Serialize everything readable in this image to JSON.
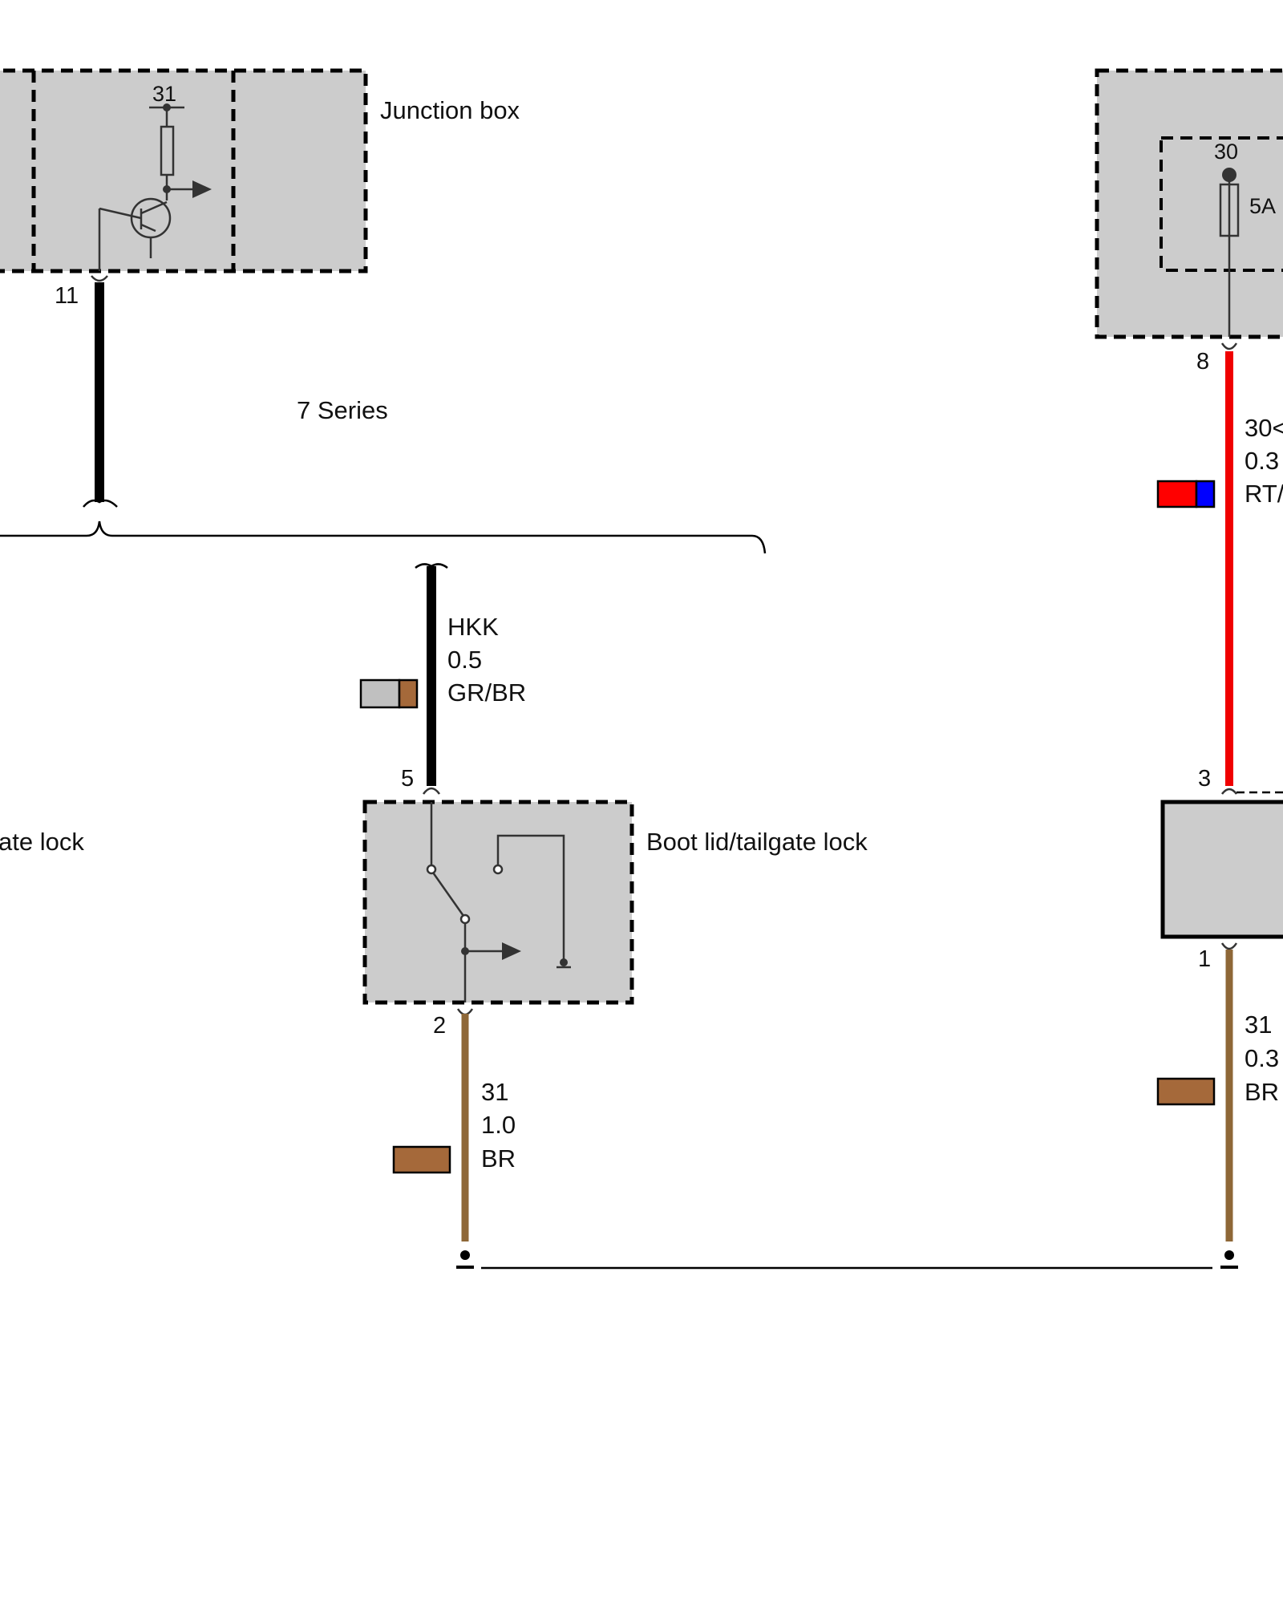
{
  "colors": {
    "wire_black": "#000000",
    "wire_red": "#f00000",
    "wire_brown": "#8e6737",
    "swatch_grey": "#c0c0c0",
    "swatch_brown": "#a5693a",
    "swatch_red": "#ff0000",
    "swatch_blue": "#0000ff",
    "box_fill": "#cccccc"
  },
  "components": {
    "junction_box": {
      "label": "Junction box",
      "terminal": "31"
    },
    "fuse_box": {
      "terminal": "30",
      "fuse": "5A"
    },
    "boot_lock": {
      "label": "Boot lid/tailgate lock"
    },
    "left_cut_label": "ate lock"
  },
  "pins": {
    "jb_out": "11",
    "fuse_out": "8",
    "lock_in": "5",
    "lock_out": "2",
    "right_in": "3",
    "right_out": "1"
  },
  "variant_label": "7 Series",
  "wires": {
    "hkk": {
      "line1": "HKK",
      "line2": "0.5",
      "line3": "GR/BR"
    },
    "lock_ground": {
      "line1": "31",
      "line2": "1.0",
      "line3": "BR"
    },
    "red_supply": {
      "line1": "30<",
      "line2": "0.3",
      "line3": "RT/"
    },
    "right_ground": {
      "line1": "31",
      "line2": "0.3",
      "line3": "BR"
    }
  }
}
